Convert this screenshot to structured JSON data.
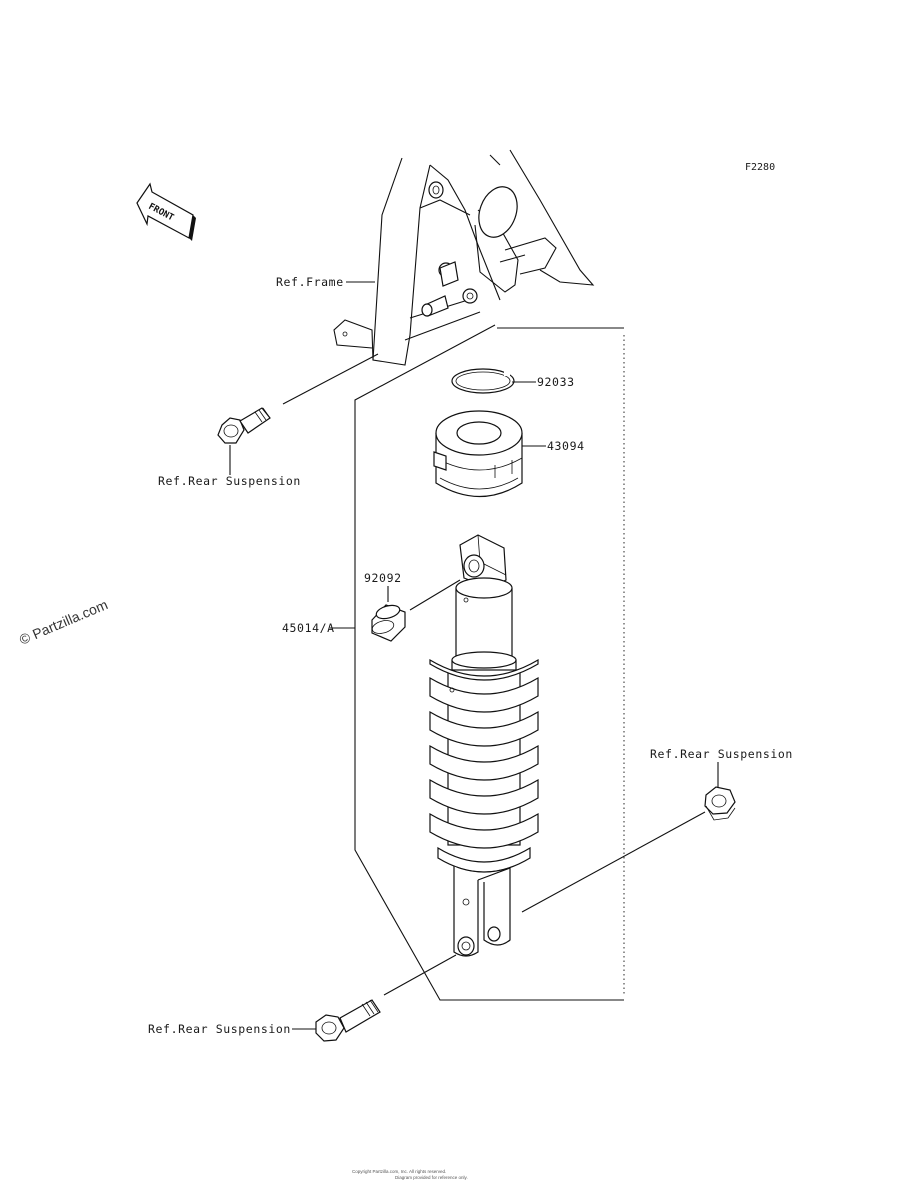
{
  "diagram": {
    "code": "F2280",
    "front_label": "FRONT",
    "watermark": "© Partzilla.com",
    "footer_line1": "Copyright Partzilla.com, Inc. All rights reserved.",
    "footer_line2": "Diagram provided for reference only.",
    "callouts": {
      "ref_frame": "Ref.Frame",
      "ref_rear_suspension_top": "Ref.Rear Suspension",
      "ref_rear_suspension_right": "Ref.Rear Suspension",
      "ref_rear_suspension_bottom": "Ref.Rear Suspension",
      "part_92033": "92033",
      "part_43094": "43094",
      "part_92092": "92092",
      "part_45014": "45014/A"
    }
  }
}
